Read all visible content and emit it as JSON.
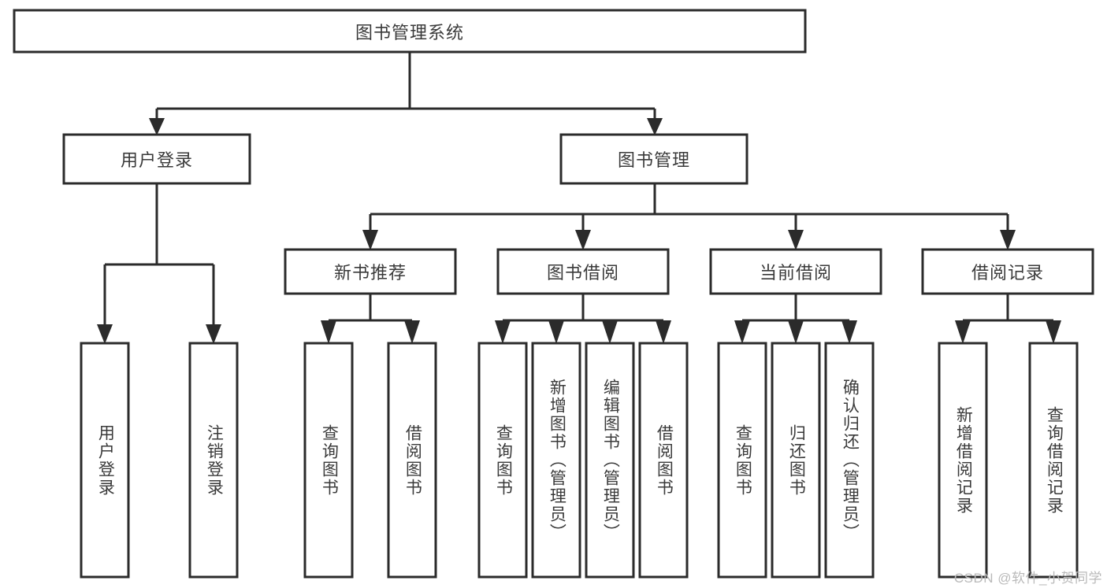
{
  "diagram": {
    "title": "图书管理系统",
    "type": "tree-hierarchy-diagram",
    "colors": {
      "box_stroke": "#2b2b2b",
      "box_fill": "#ffffff",
      "text": "#3a3a3a",
      "connector": "#2b2b2b",
      "watermark": "#b9b9b9",
      "background": "#ffffff"
    },
    "root": {
      "label": "图书管理系统"
    },
    "level2": [
      {
        "label": "用户登录"
      },
      {
        "label": "图书管理"
      }
    ],
    "level3": [
      {
        "label": "新书推荐"
      },
      {
        "label": "图书借阅"
      },
      {
        "label": "当前借阅"
      },
      {
        "label": "借阅记录"
      }
    ],
    "leaves": {
      "user_login": [
        {
          "label": "用户登录"
        },
        {
          "label": "注销登录"
        }
      ],
      "new_book_recommend": [
        {
          "label": "查询图书"
        },
        {
          "label": "借阅图书"
        }
      ],
      "book_borrow": [
        {
          "label": "查询图书"
        },
        {
          "label": "新增图书（管理员）"
        },
        {
          "label": "编辑图书（管理员）"
        },
        {
          "label": "借阅图书"
        }
      ],
      "current_borrow": [
        {
          "label": "查询图书"
        },
        {
          "label": "归还图书"
        },
        {
          "label": "确认归还（管理员）"
        }
      ],
      "borrow_record": [
        {
          "label": "新增借阅记录"
        },
        {
          "label": "查询借阅记录"
        }
      ]
    }
  },
  "watermark": {
    "text": "CSDN @软件_小贺同学"
  }
}
